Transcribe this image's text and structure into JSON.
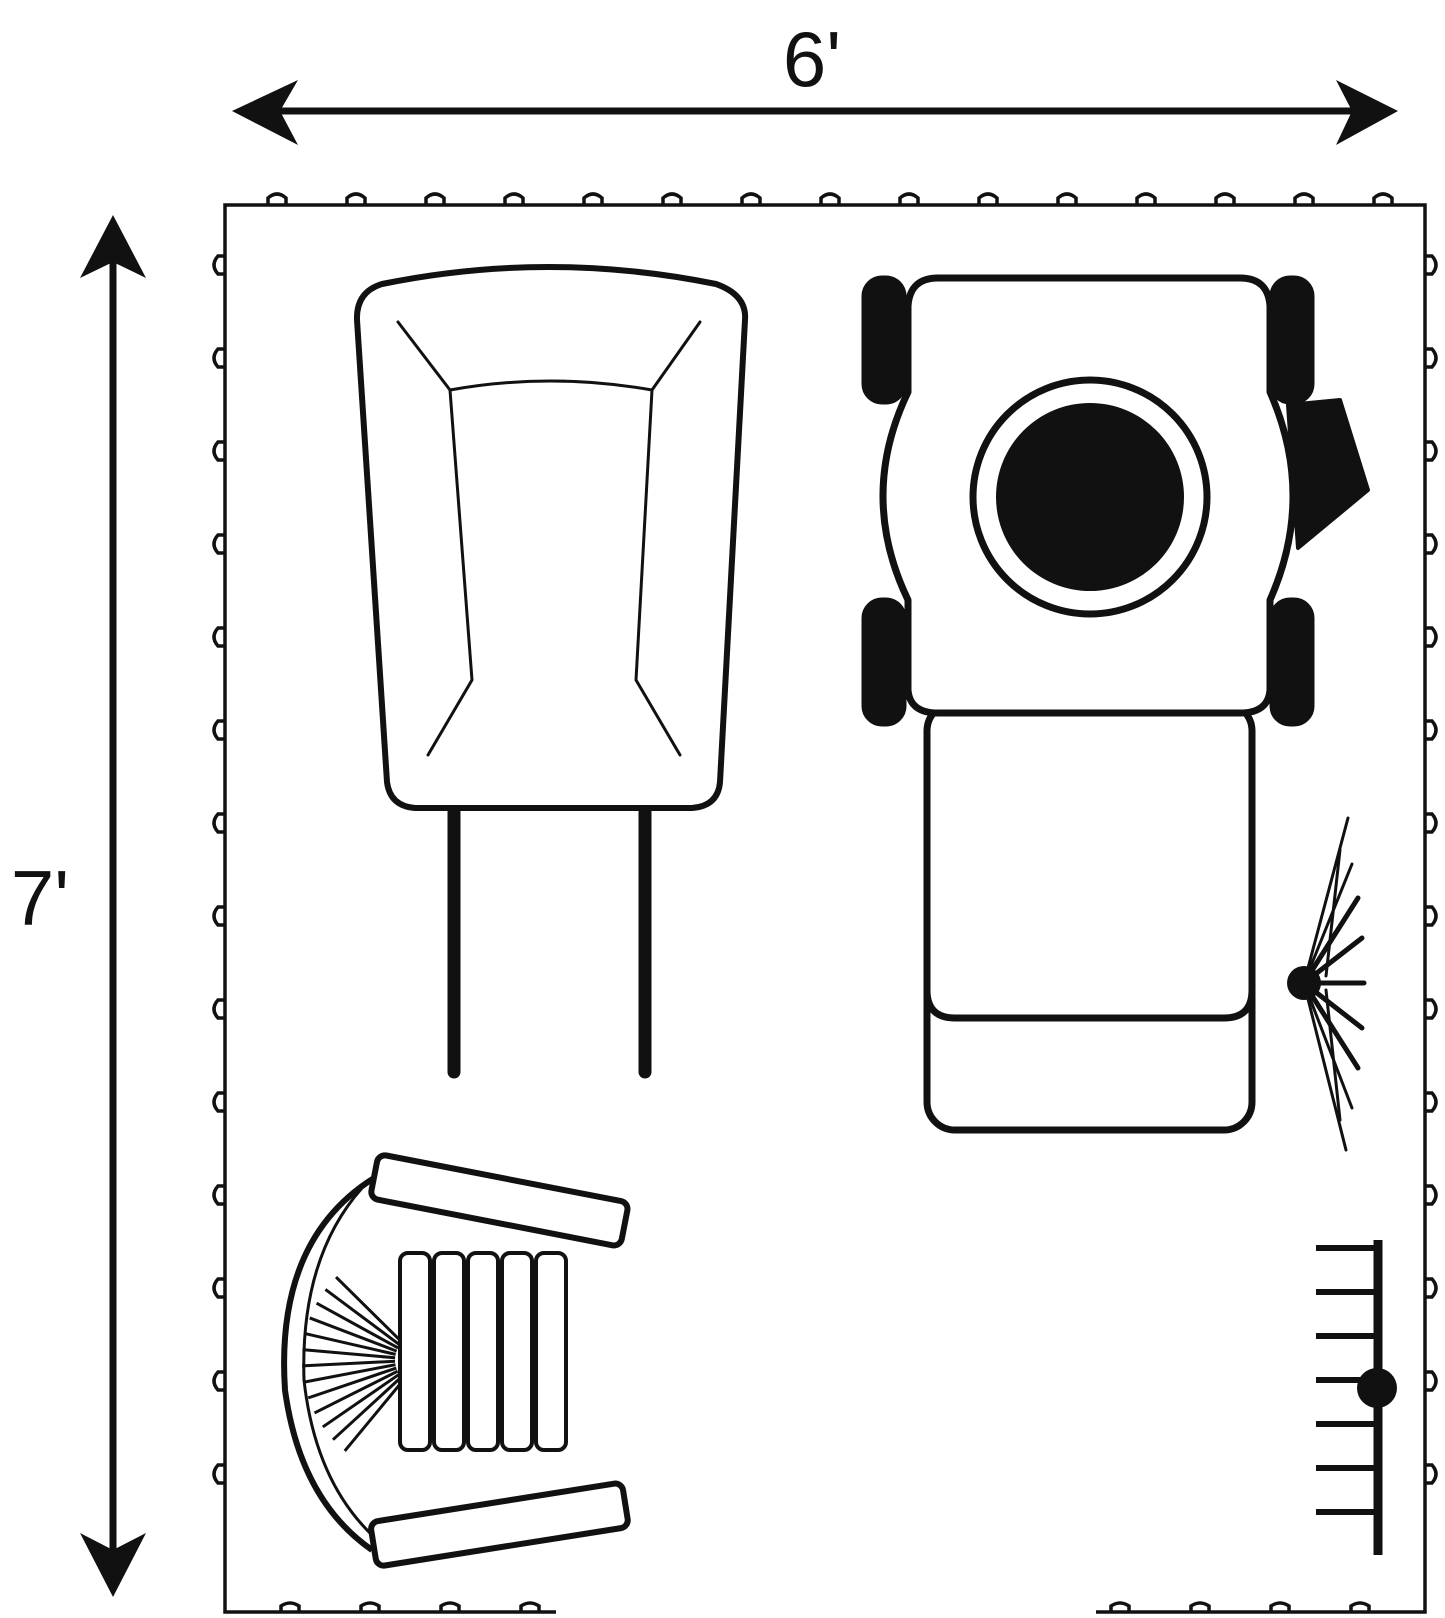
{
  "diagram": {
    "width_label": "6'",
    "height_label": "7'",
    "ink_color": "#111111",
    "background": "#ffffff",
    "items": [
      {
        "id": "folding-chair",
        "icon": "folding-lawn-chair-icon"
      },
      {
        "id": "riding-mower",
        "icon": "riding-lawn-mower-icon"
      },
      {
        "id": "leaf-rake",
        "icon": "leaf-rake-icon"
      },
      {
        "id": "adirondack-chair",
        "icon": "adirondack-chair-icon"
      },
      {
        "id": "garden-rake",
        "icon": "garden-rake-icon"
      }
    ]
  }
}
